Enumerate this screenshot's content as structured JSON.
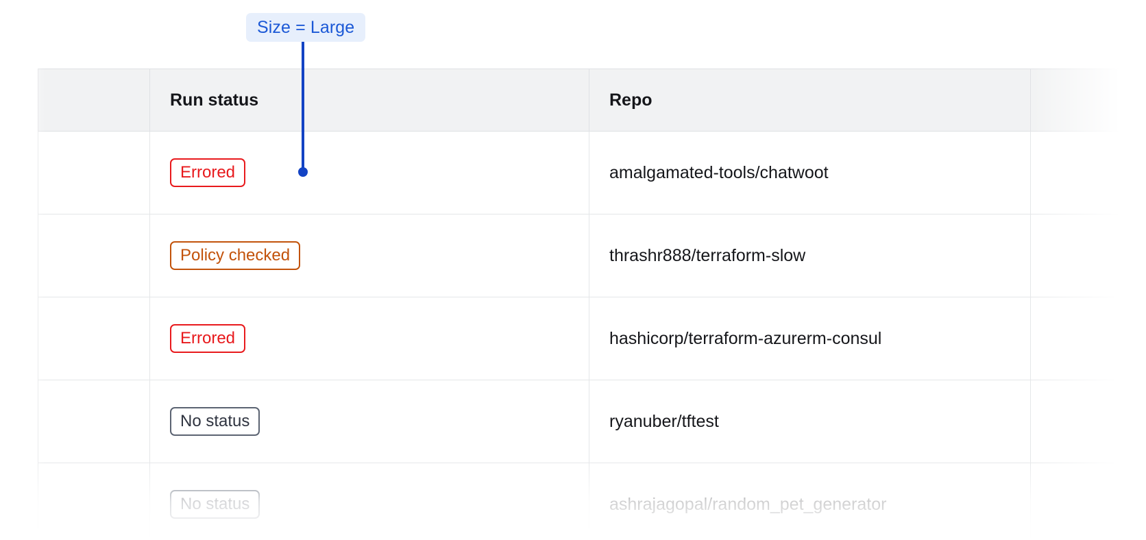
{
  "annotation": {
    "label": "Size = Large",
    "text_color": "#1b58d6",
    "bg_color": "#e7effc",
    "connector_color": "#1343c4"
  },
  "table": {
    "columns": [
      {
        "key": "select",
        "label": ""
      },
      {
        "key": "run_status",
        "label": "Run status"
      },
      {
        "key": "repo",
        "label": "Repo"
      },
      {
        "key": "extra",
        "label": ""
      }
    ],
    "rows": [
      {
        "status": "Errored",
        "status_variant": "errored",
        "repo": "amalgamated-tools/chatwoot"
      },
      {
        "status": "Policy checked",
        "status_variant": "policy",
        "repo": "thrashr888/terraform-slow"
      },
      {
        "status": "Errored",
        "status_variant": "errored",
        "repo": "hashicorp/terraform-azurerm-consul"
      },
      {
        "status": "No status",
        "status_variant": "nostatus",
        "repo": "ryanuber/tftest"
      },
      {
        "status": "No status",
        "status_variant": "nostatus",
        "repo": "ashrajagopal/random_pet_generator"
      }
    ],
    "status_colors": {
      "errored": "#e8191c",
      "policy": "#c2520a",
      "nostatus": "#5b6372"
    },
    "header_bg": "#f1f2f3",
    "border_color": "#dfe1e4"
  }
}
